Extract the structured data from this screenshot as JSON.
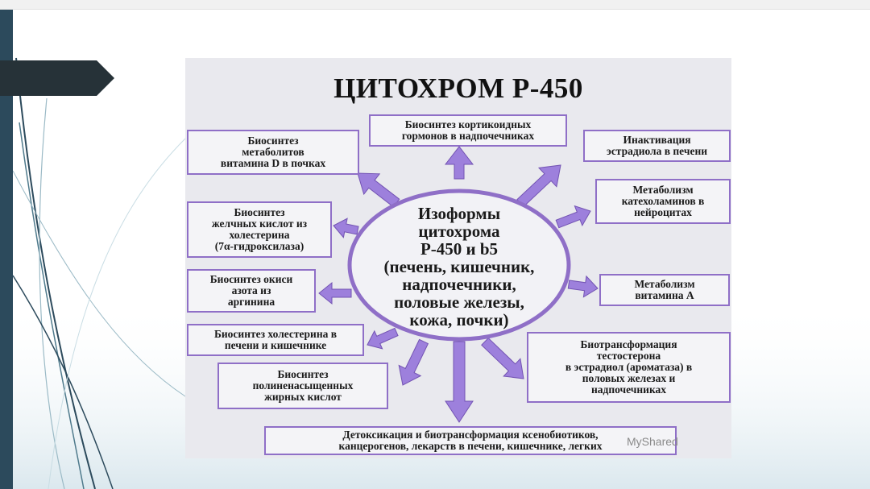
{
  "diagram": {
    "title": "ЦИТОХРОМ Р-450",
    "center": "Изоформы\nцитохрома\nР-450 и b5\n(печень, кишечник,\nнадпочечники,\nполовые железы,\nкожа, почки)",
    "boxes": [
      "Биосинтез кортикоидных\nгормонов в надпочечниках",
      "Биосинтез\nметаболитов\nвитамина D в почках",
      "Инактивация\nэстрадиола в печени",
      "Метаболизм\nкатехоламинов в\nнейроцитах",
      "Биосинтез\nжелчных кислот из\nхолестерина\n(7α-гидроксилаза)",
      "Биосинтез окиси\nазота из\nаргинина",
      "Метаболизм\nвитамина А",
      "Биосинтез холестерина в\nпечени и кишечнике",
      "Биотрансформация\nтестостерона\nв эстрадиол (ароматаза) в\nполовых железах и\nнадпочечниках",
      "Биосинтез\nполиненасыщенных\nжирных кислот",
      "Детоксикация и биотрансформация ксенобиотиков,\nканцерогенов, лекарств в печени, кишечнике, легких"
    ],
    "colors": {
      "box_border": "#8f6fc7",
      "arrow_fill": "#9d80dc",
      "arrow_stroke": "#7353b3",
      "ellipse_stroke": "#8f6fc7"
    }
  },
  "watermark": {
    "prefix": "MyShared"
  }
}
